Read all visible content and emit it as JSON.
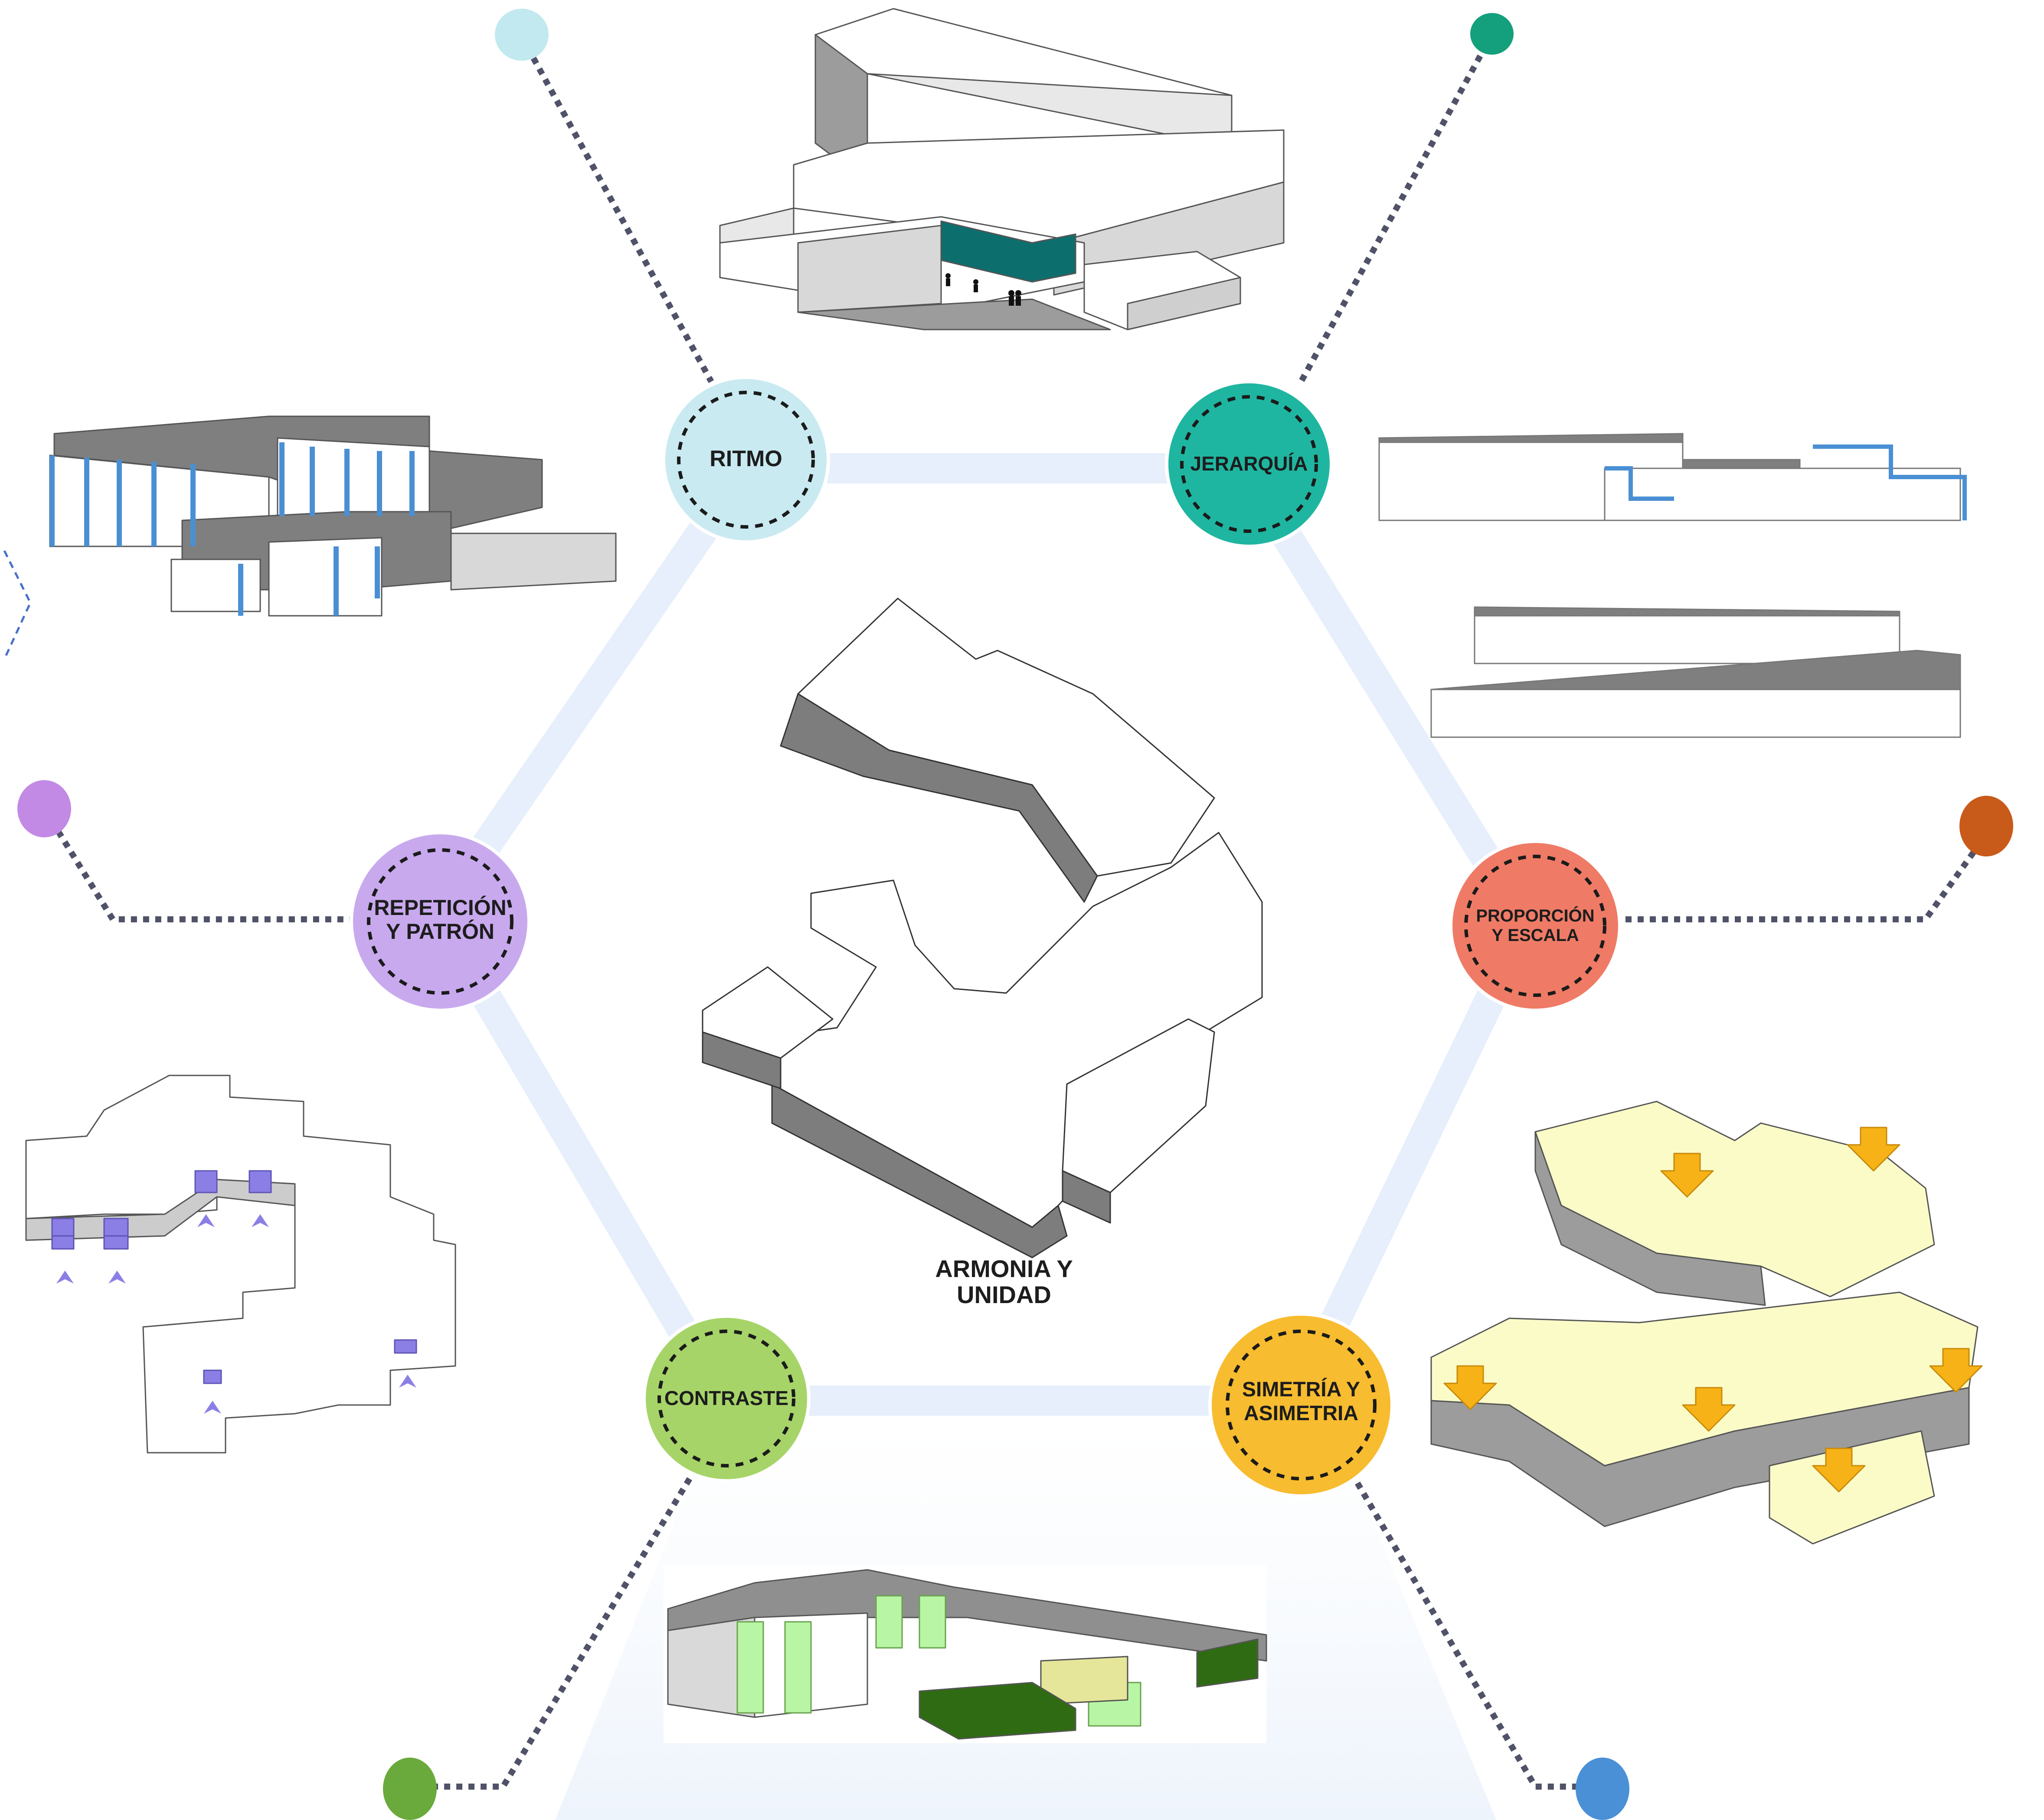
{
  "center": {
    "label_line1": "ARMONIA Y",
    "label_line2": "UNIDAD"
  },
  "nodes": [
    {
      "id": "ritmo",
      "line1": "RITMO",
      "line2": "",
      "color": "#c9eaf1",
      "dot_color": "#c2e9ef"
    },
    {
      "id": "jerarquia",
      "line1": "JERARQUÍA",
      "line2": "",
      "color": "#1fb6a1",
      "dot_color": "#14a07c"
    },
    {
      "id": "proporcion",
      "line1": "PROPORCIÓN",
      "line2": "Y ESCALA",
      "color": "#ef7b66",
      "dot_color": "#c85a1a"
    },
    {
      "id": "simetria",
      "line1": "SIMETRÍA Y",
      "line2": "ASIMETRIA",
      "color": "#f7bc2f",
      "dot_color": "#4a90d6"
    },
    {
      "id": "contraste",
      "line1": "CONTRASTE",
      "line2": "",
      "color": "#a6d468",
      "dot_color": "#6aaa3c"
    },
    {
      "id": "repeticion",
      "line1": "REPETICIÓN",
      "line2": "Y PATRÓN",
      "color": "#c8a9ee",
      "dot_color": "#c28ae4"
    }
  ],
  "colors": {
    "hexagon": "#e6effb",
    "dotted_line": "#4f5268",
    "mass_top": "#ffffff",
    "mass_side": "#d6d6d6",
    "mass_shadow": "#8f8f8f",
    "accent_blue": "#4a8fd4",
    "accent_teal": "#0d6e6e",
    "accent_purple": "#8b7fe6",
    "accent_yellow": "#fbfbc8",
    "accent_orange": "#f7b217",
    "accent_green_light": "#b8f5a5",
    "accent_green_dark": "#2f6b12"
  }
}
